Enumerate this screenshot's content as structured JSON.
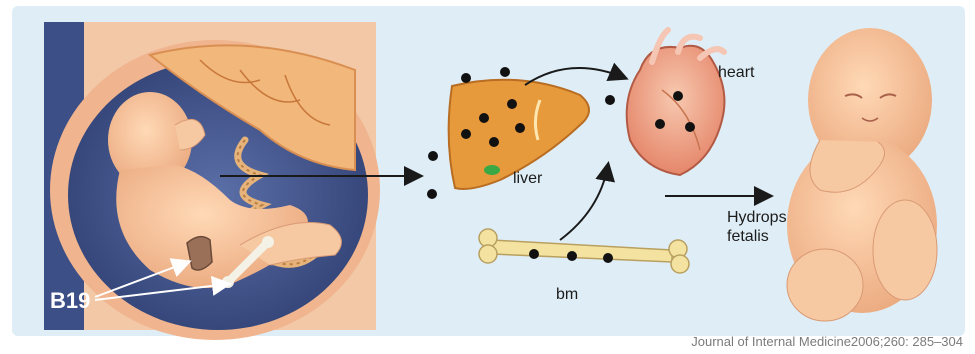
{
  "labels": {
    "b19": "B19",
    "liver": "liver",
    "heart": "heart",
    "bm": "bm",
    "hydrops_line1": "Hydrops",
    "hydrops_line2": "fetalis"
  },
  "citation": "Journal of Internal Medicine2006;260:  285–304",
  "colors": {
    "panel_bg": "#dfeef6",
    "arrow": "#1a1a1a",
    "virus_dot": "#111111",
    "liver": "#e79a3c",
    "bone": "#f3e2a0",
    "skin": "#f3c39a"
  }
}
